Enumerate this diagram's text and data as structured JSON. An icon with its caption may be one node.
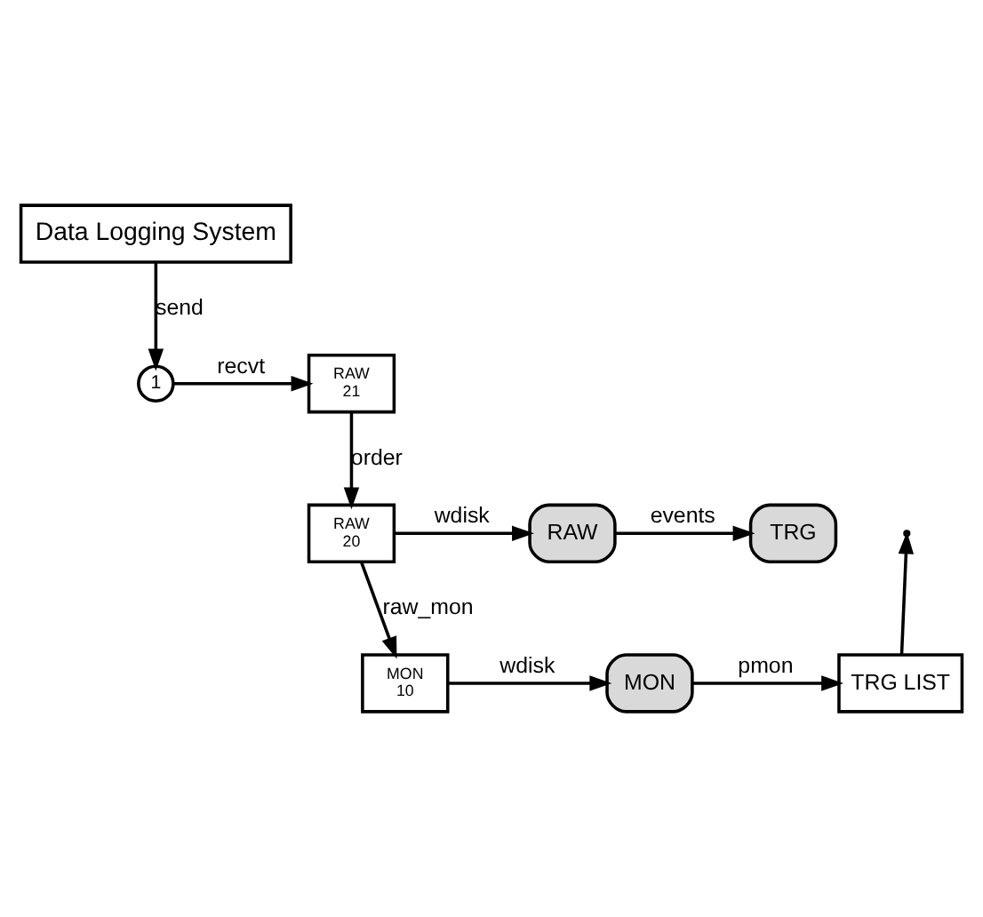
{
  "diagram": {
    "nodes": [
      {
        "text": [
          "Data Logging System"
        ]
      },
      {
        "text": [
          "1"
        ]
      },
      {
        "text": [
          "RAW",
          "21"
        ]
      },
      {
        "text": [
          "RAW",
          "20"
        ]
      },
      {
        "text": [
          "RAW"
        ]
      },
      {
        "text": [
          "TRG"
        ]
      },
      {
        "text": [
          "MON",
          "10"
        ]
      },
      {
        "text": [
          "MON"
        ]
      },
      {
        "text": [
          "TRG LIST"
        ]
      }
    ],
    "edges": [
      {
        "from": 0,
        "to": 1,
        "arrow": "to",
        "label": "send"
      },
      {
        "from": 1,
        "to": 2,
        "arrow": "to",
        "label": "recvt"
      },
      {
        "from": 2,
        "to": 3,
        "arrow": "to",
        "label": "order"
      },
      {
        "from": 3,
        "to": 4,
        "arrow": "to",
        "label": "wdisk"
      },
      {
        "from": 4,
        "to": 5,
        "arrow": "to",
        "label": "events"
      },
      {
        "from": 3,
        "to": 6,
        "arrow": "to",
        "label": "raw_mon"
      },
      {
        "from": 6,
        "to": 7,
        "arrow": "to",
        "label": "wdisk"
      },
      {
        "from": 7,
        "to": 8,
        "arrow": "to",
        "label": "pmon"
      },
      {
        "from": 8,
        "to": null,
        "arrow": "to"
      }
    ]
  }
}
